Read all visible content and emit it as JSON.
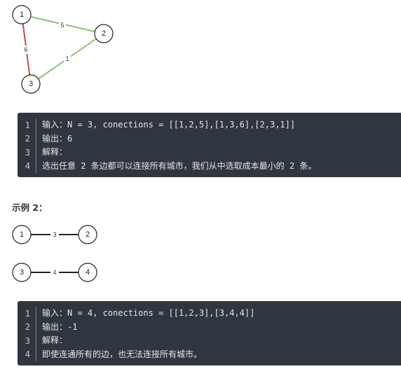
{
  "example1": {
    "graph": {
      "nodes": [
        "1",
        "2",
        "3"
      ],
      "edges": [
        {
          "from": "1",
          "to": "2",
          "weight": "5",
          "color": "#8dc26f"
        },
        {
          "from": "1",
          "to": "3",
          "weight": "6",
          "color": "#c0504d"
        },
        {
          "from": "2",
          "to": "3",
          "weight": "1",
          "color": "#8dc26f"
        }
      ]
    },
    "code": {
      "line_numbers": [
        "1",
        "2",
        "3",
        "4"
      ],
      "lines": [
        "输入：N = 3, conections = [[1,2,5],[1,3,6],[2,3,1]]",
        "输出：6",
        "解释：",
        "选出任意 2 条边都可以连接所有城市，我们从中选取成本最小的 2 条。"
      ]
    }
  },
  "example2": {
    "heading": "示例 2：",
    "graph": {
      "nodes": [
        "1",
        "2",
        "3",
        "4"
      ],
      "edges": [
        {
          "from": "1",
          "to": "2",
          "weight": "3",
          "color": "#222222"
        },
        {
          "from": "3",
          "to": "4",
          "weight": "4",
          "color": "#222222"
        }
      ]
    },
    "code": {
      "line_numbers": [
        "1",
        "2",
        "3",
        "4"
      ],
      "lines": [
        "输入：N = 4, conections = [[1,2,3],[3,4,4]]",
        "输出：-1",
        "解释：",
        "即使连通所有的边，也无法连接所有城市。"
      ]
    }
  },
  "colors": {
    "code_background": "#303640",
    "edge_green": "#8dc26f",
    "edge_red": "#c0504d"
  }
}
